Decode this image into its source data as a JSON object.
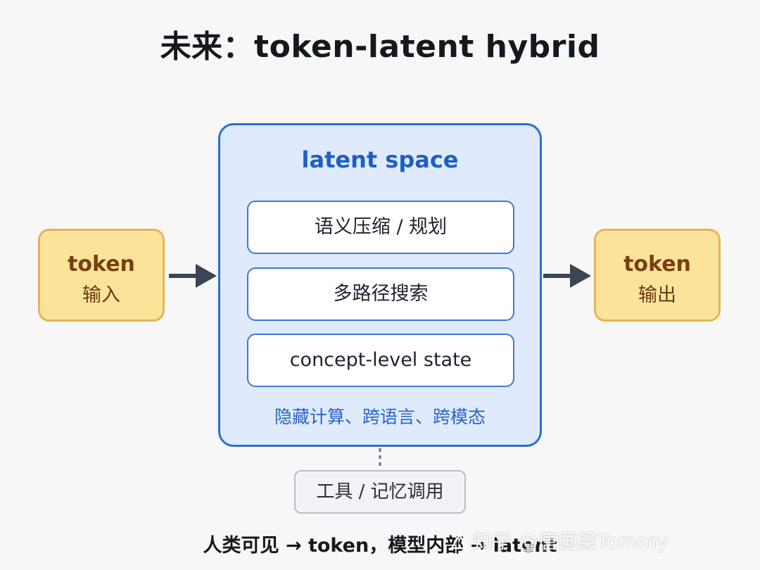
{
  "title": "未来：token-latent hybrid",
  "input": {
    "label": "token",
    "sublabel": "输入"
  },
  "output": {
    "label": "token",
    "sublabel": "输出"
  },
  "latent": {
    "title": "latent space",
    "items": [
      "语义压缩 / 规划",
      "多路径搜索",
      "concept-level state"
    ],
    "caption": "隐藏计算、跨语言、跨模态"
  },
  "tools": {
    "label": "工具 / 记忆调用"
  },
  "footer": "人类可见 → token，模型内部 → latent",
  "watermark": "知乎 @唐国梁Tommy",
  "colors": {
    "token_fill": "#fbe49a",
    "token_border": "#e6b455",
    "latent_fill": "#dfeafd",
    "latent_border": "#2c6fd1",
    "arrow": "#3a4656"
  }
}
